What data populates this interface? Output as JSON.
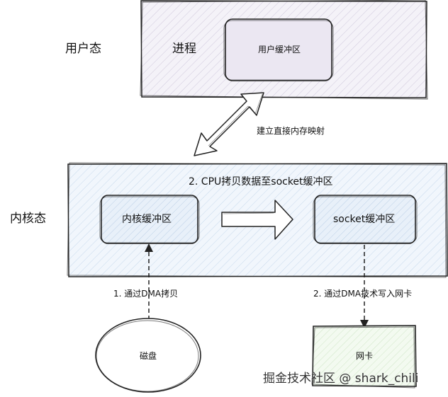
{
  "zones": {
    "user_mode": "用户态",
    "kernel_mode": "内核态"
  },
  "user_space": {
    "process_label": "进程",
    "user_buffer": "用户缓冲区"
  },
  "mmap_label": "建立直接内存映射",
  "kernel_space": {
    "kernel_buffer": "内核缓冲区",
    "socket_buffer": "socket缓冲区",
    "cpu_copy_label": "2. CPU拷贝数据至socket缓冲区"
  },
  "devices": {
    "disk": "磁盘",
    "nic": "网卡"
  },
  "steps": {
    "dma_copy": "1. 通过DMA拷贝",
    "dma_write": "2. 通过DMA技术写入网卡"
  },
  "watermark": "掘金技术社区 @ shark_chili",
  "colors": {
    "user_box_fill": "#f0eef5",
    "kernel_box_fill": "#edf4fb",
    "inner_box_fill": "#e3edf8",
    "nic_fill": "#eef8ea",
    "stroke": "#222222"
  }
}
